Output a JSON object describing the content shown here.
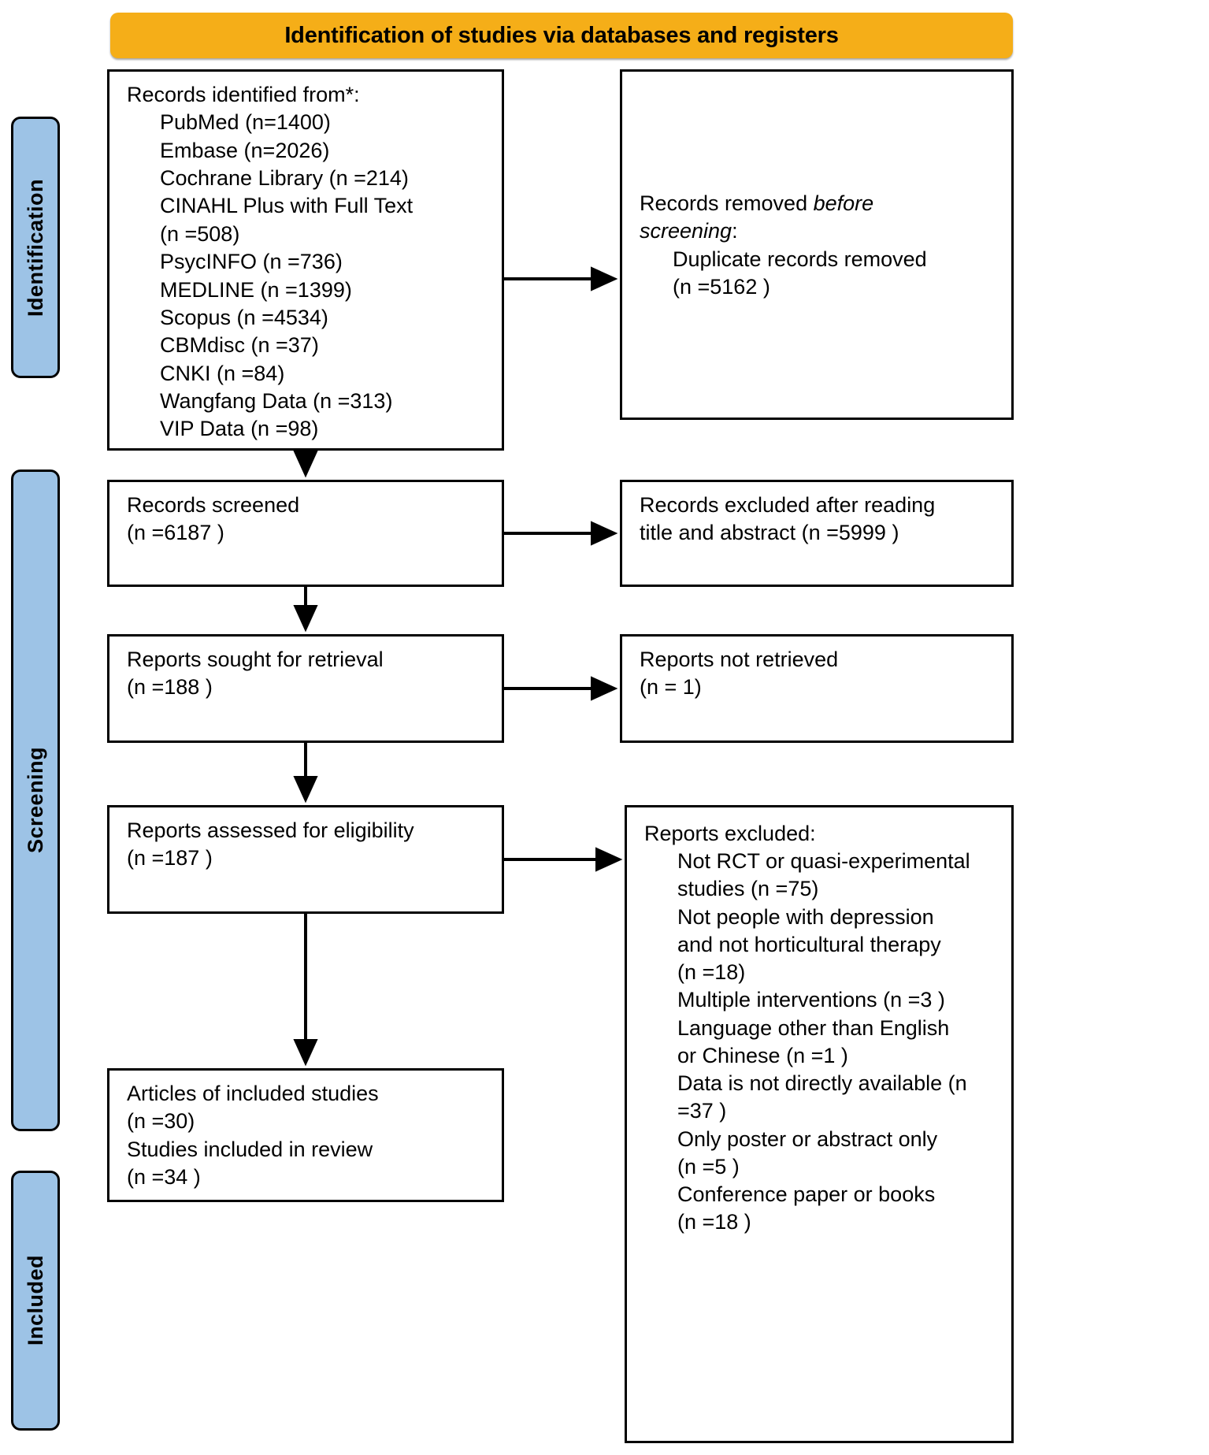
{
  "banner": {
    "title": "Identification of studies via databases and registers",
    "color": "#f5ae18"
  },
  "stages": {
    "identification": "Identification",
    "screening": "Screening",
    "included": "Included",
    "color": "#9dc3e6"
  },
  "boxes": {
    "identified": {
      "heading": "Records identified from*:",
      "sources": [
        "PubMed (n=1400)",
        "Embase (n=2026)",
        "Cochrane Library (n =214)",
        "CINAHL Plus with Full Text\n(n =508)",
        "PsycINFO (n =736)",
        "MEDLINE (n =1399)",
        "Scopus (n =4534)",
        "CBMdisc (n =37)",
        "CNKI (n =84)",
        "Wangfang Data (n =313)",
        "VIP Data (n =98)"
      ]
    },
    "removed_before_screening": {
      "line1_a": "Records removed ",
      "line1_italic": "before",
      "line2_italic": "screening",
      "line2_b": ":",
      "detail": "Duplicate records removed\n(n =5162 )"
    },
    "records_screened": {
      "label": "Records screened",
      "count": "(n =6187 )"
    },
    "records_excluded": {
      "text": "Records excluded after reading\ntitle and abstract (n =5999 )"
    },
    "reports_sought": {
      "label": "Reports sought for retrieval",
      "count": "(n =188 )"
    },
    "reports_not_retrieved": {
      "label": "Reports not retrieved",
      "count": "(n = 1)"
    },
    "reports_assessed": {
      "label": "Reports assessed for eligibility",
      "count": "(n =187 )"
    },
    "reports_excluded": {
      "heading": "Reports excluded:",
      "reasons": [
        "Not RCT or quasi-experimental\nstudies (n =75)",
        "Not people with depression\nand not horticultural therapy\n(n =18)",
        "Multiple interventions (n =3 )",
        "Language other than English\nor Chinese (n =1 )",
        "Data is not directly available (n\n=37 )",
        "Only poster or abstract only\n(n =5 )",
        "Conference paper or books\n(n =18 )"
      ]
    },
    "included": {
      "line1": "Articles of included studies",
      "line2": "(n =30)",
      "line3": "Studies included in review",
      "line4": "(n =34 )"
    }
  }
}
